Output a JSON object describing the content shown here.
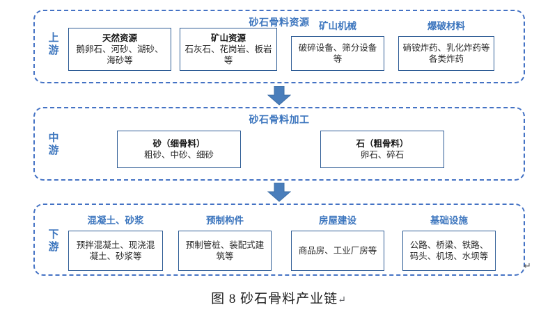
{
  "figure": {
    "caption": "图 8 砂石骨料产业链",
    "caption_return_mark": "↵",
    "trailing_return_mark": "↵"
  },
  "colors": {
    "accent_blue": "#3D76BE",
    "dashed_border_blue": "#4472C4",
    "box_border_blue": "#2E5C95",
    "arrow_fill": "#4A7EBB",
    "text_black": "#171717",
    "background": "#FFFFFF"
  },
  "stages": {
    "upstream": {
      "tag": "上游",
      "heading": "砂石骨料资源",
      "boxes": [
        {
          "title": "天然资源",
          "body": "鹅卵石、河砂、湖砂、海砂等",
          "label": ""
        },
        {
          "title": "矿山资源",
          "body": "石灰石、花岗岩、板岩等",
          "label": ""
        },
        {
          "title": "",
          "body": "破碎设备、筛分设备等",
          "label": "矿山机械"
        },
        {
          "title": "",
          "body": "硝铵炸药、乳化炸药等各类炸药",
          "label": "爆破材料"
        }
      ]
    },
    "midstream": {
      "tag": "中游",
      "heading": "砂石骨料加工",
      "boxes": [
        {
          "title": "砂（细骨料）",
          "body": "粗砂、中砂、细砂",
          "label": ""
        },
        {
          "title": "石（粗骨料）",
          "body": "卵石、碎石",
          "label": ""
        }
      ]
    },
    "downstream": {
      "tag": "下游",
      "heading": "",
      "boxes": [
        {
          "title": "",
          "body": "预拌混凝土、现浇混凝土、砂浆等",
          "label": "混凝土、砂浆"
        },
        {
          "title": "",
          "body": "预制管桩、装配式建筑等",
          "label": "预制构件"
        },
        {
          "title": "",
          "body": "商品房、工业厂房等",
          "label": "房屋建设"
        },
        {
          "title": "",
          "body": "公路、桥梁、铁路、码头、机场、水坝等",
          "label": "基础设施"
        }
      ]
    }
  },
  "arrows": [
    {
      "name": "upstream-to-midstream",
      "direction": "down"
    },
    {
      "name": "midstream-to-downstream",
      "direction": "down"
    }
  ]
}
